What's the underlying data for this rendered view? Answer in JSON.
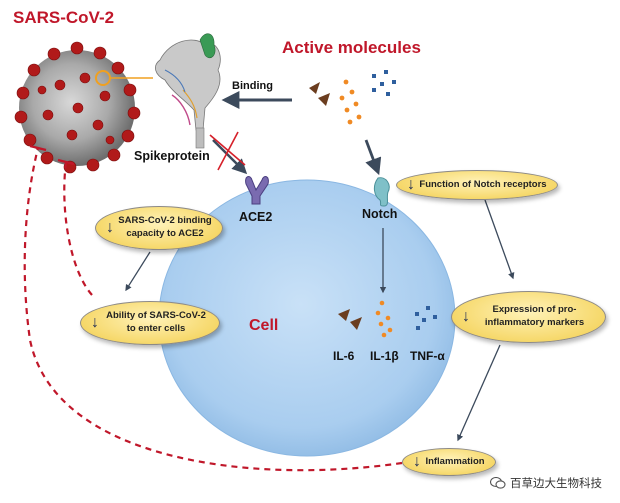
{
  "virus": {
    "title": "SARS-CoV-2"
  },
  "spike": {
    "label": "Spikeprotein"
  },
  "active": {
    "title": "Active molecules"
  },
  "binding": {
    "label": "Binding"
  },
  "receptors": {
    "ace2": "ACE2",
    "notch": "Notch"
  },
  "cell": {
    "label": "Cell"
  },
  "cytokines": {
    "il6": "IL-6",
    "il1b": "IL-1β",
    "tnfa": "TNF-α"
  },
  "pills": {
    "notch_function": "Function of Notch receptors",
    "ace2_binding": "SARS-CoV-2 binding capacity to ACE2",
    "enter_cells": "Ability of SARS-CoV-2 to enter cells",
    "proinflammatory": "Expression of pro-inflammatory markers",
    "inflammation": "Inflammation"
  },
  "watermark": {
    "text": "百草边大生物科技"
  },
  "colors": {
    "cell_fill": "#a9cdef",
    "pill_fill": "#f6d86a",
    "red_accent": "#c0172a",
    "arrow": "#3c4a5c",
    "ace2": "#7a6bb0",
    "notch": "#7fc0c8",
    "dot_orange": "#f08a24",
    "triangle_brown": "#6b3d1f",
    "square_blue": "#2f5f9e"
  }
}
